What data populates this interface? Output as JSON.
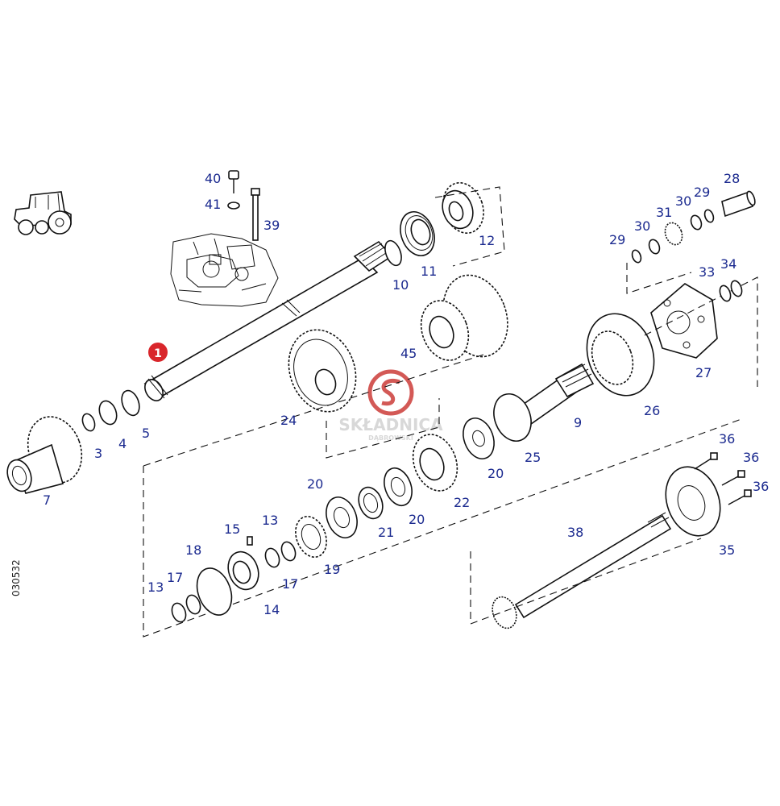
{
  "diagram": {
    "drawing_code": "030532",
    "highlight_label": "1",
    "highlight_color": "#d9262b",
    "label_color": "#1b2a8f",
    "watermark": {
      "brand": "SKŁADNICA",
      "sub": "DĄBROWSKI",
      "logo_color": "#c9302c"
    },
    "labels": {
      "p40": "40",
      "p41": "41",
      "p39": "39",
      "p28": "28",
      "p29a": "29",
      "p30a": "30",
      "p31": "31",
      "p30b": "30",
      "p29b": "29",
      "p12": "12",
      "p11": "11",
      "p10": "10",
      "p45": "45",
      "p33": "33",
      "p34": "34",
      "p27": "27",
      "p26": "26",
      "p9": "9",
      "p24": "24",
      "p25": "25",
      "p20a": "20",
      "p3": "3",
      "p4": "4",
      "p5": "5",
      "p7": "7",
      "p20b": "20",
      "p22": "22",
      "p20c": "20",
      "p21": "21",
      "p36a": "36",
      "p36b": "36",
      "p36c": "36",
      "p38": "38",
      "p35": "35",
      "p15": "15",
      "p13a": "13",
      "p18": "18",
      "p17a": "17",
      "p13b": "13",
      "p17b": "17",
      "p19": "19",
      "p14": "14"
    }
  }
}
